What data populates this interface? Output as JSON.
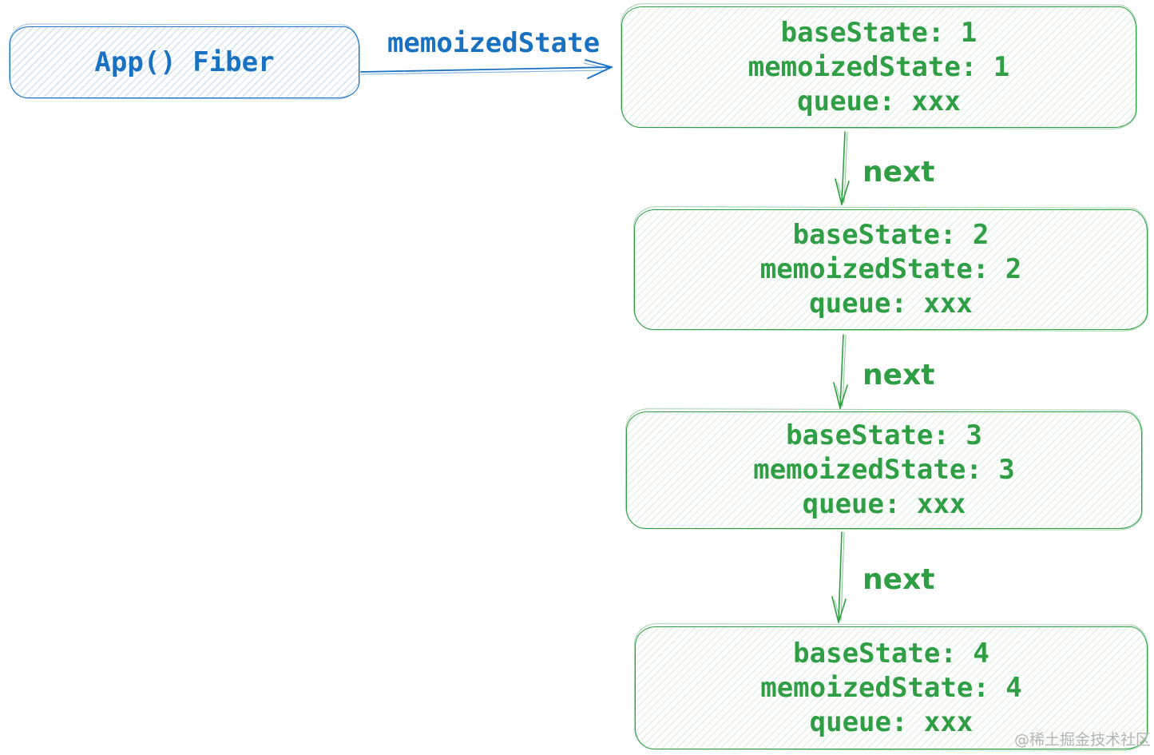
{
  "diagram": {
    "fiber": {
      "label": "App() Fiber"
    },
    "edges": {
      "memoized_state_label": "memoizedState",
      "next_label": "next"
    },
    "hooks": [
      {
        "lines": [
          "baseState: 1",
          "memoizedState: 1",
          "queue: xxx"
        ]
      },
      {
        "lines": [
          "baseState: 2",
          "memoizedState: 2",
          "queue: xxx"
        ]
      },
      {
        "lines": [
          "baseState: 3",
          "memoizedState: 3",
          "queue: xxx"
        ]
      },
      {
        "lines": [
          "baseState: 4",
          "memoizedState: 4",
          "queue: xxx"
        ]
      }
    ],
    "watermark": "@稀土掘金技术社区",
    "colors": {
      "blue": "#1971c2",
      "green": "#2f9e44",
      "watermark_gray": "#b5b5b5",
      "background": "#ffffff"
    }
  }
}
